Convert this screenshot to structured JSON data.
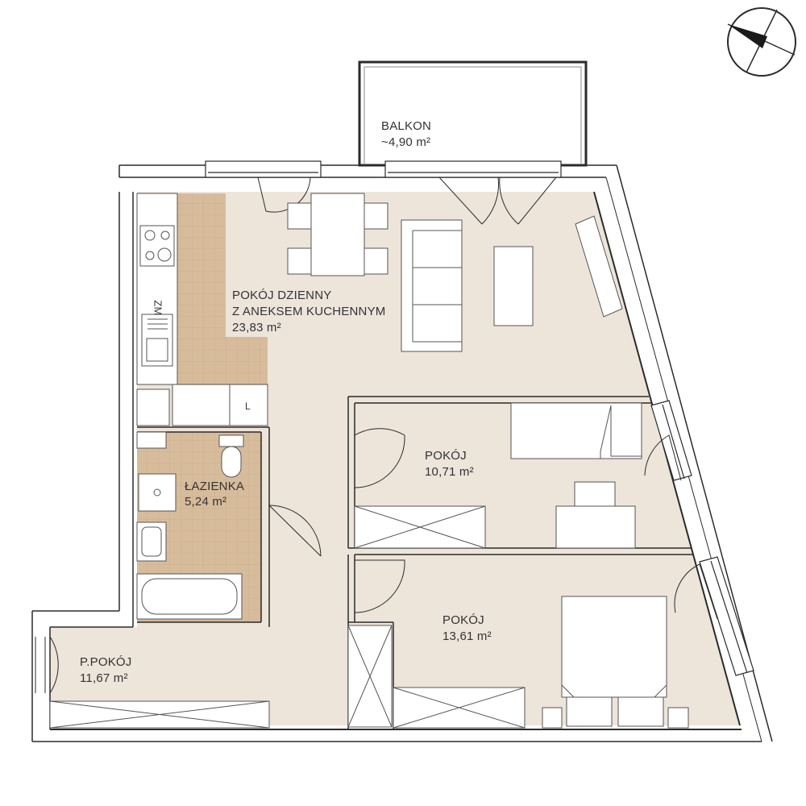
{
  "colors": {
    "floor": "#ede4da",
    "tiles": "#d7bc9c",
    "tile_grid": "#c9aa86",
    "wall": "#2b2b2b",
    "furniture_stroke": "#555555",
    "text": "#333333"
  },
  "compass": {
    "icon": "north-arrow-icon"
  },
  "rooms": {
    "balcony": {
      "name": "BALKON",
      "area": "~4,90 m²"
    },
    "living": {
      "name_line1": "POKÓJ DZIENNY",
      "name_line2": "Z ANEKSEM KUCHENNYM",
      "area": "23,83 m²"
    },
    "bathroom": {
      "name": "ŁAZIENKA",
      "area": "5,24 m²"
    },
    "room1": {
      "name": "POKÓJ",
      "area": "10,71 m²"
    },
    "room2": {
      "name": "POKÓJ",
      "area": "13,61 m²"
    },
    "hall": {
      "name": "P.POKÓJ",
      "area": "11,67 m²"
    }
  },
  "fixtures": {
    "fridge_label": "ZM",
    "cabinet_label": "L"
  }
}
